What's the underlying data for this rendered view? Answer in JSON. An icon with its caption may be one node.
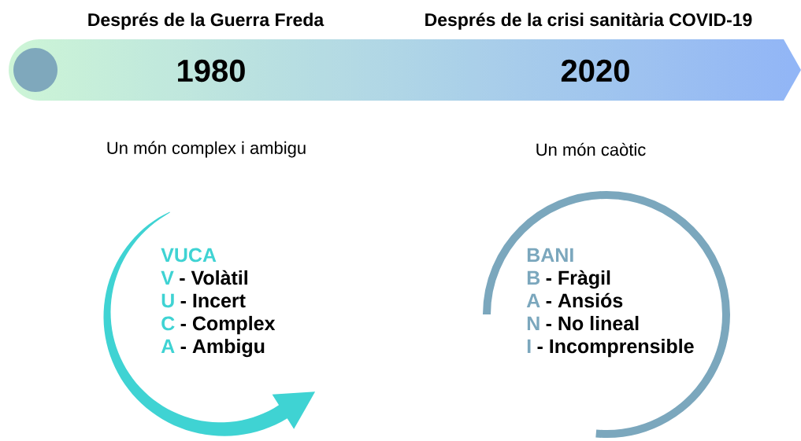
{
  "diagram": {
    "nodes": [
      {
        "text": [
          "1980",
          "2020"
        ]
      }
    ],
    "labels": [
      "Després de la Guerra Freda",
      "Després de la crisi sanitària COVID-19",
      "Un món complex i ambigu",
      "Un món caòtic",
      "VUCA",
      "V",
      "- Volàtil",
      "U",
      "- Incert",
      "C",
      "- Complex",
      "A",
      "- Ambigu",
      "BANI",
      "B",
      "- Fràgil",
      "A",
      "- Ansiós",
      "N",
      "- No lineal",
      "I",
      "- Incomprensible"
    ]
  }
}
